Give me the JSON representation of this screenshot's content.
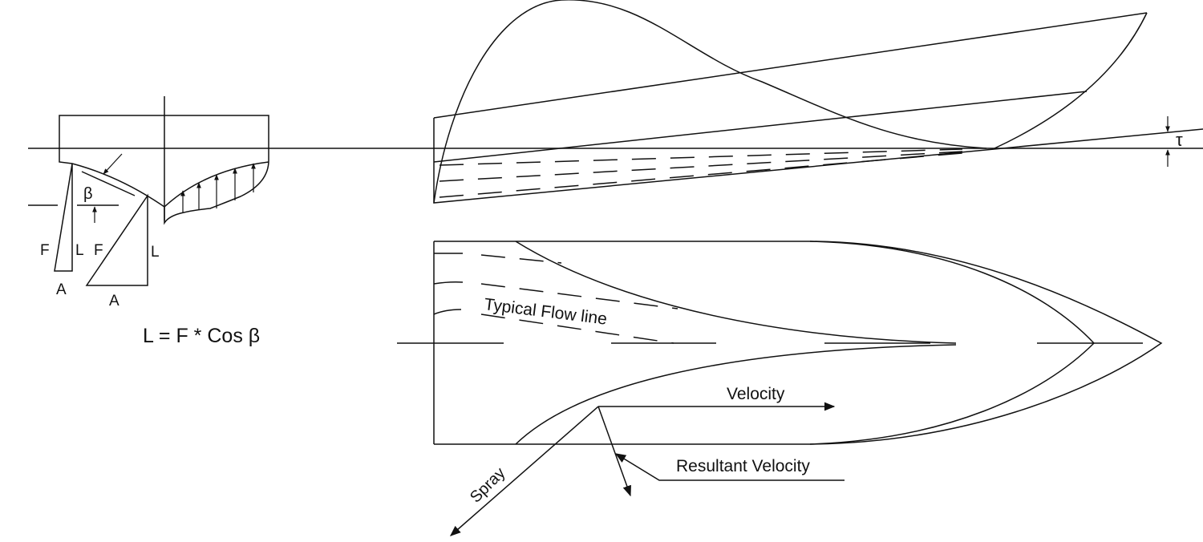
{
  "section_view": {
    "labels": {
      "beta": "β",
      "f_small": "F",
      "l_small": "L",
      "a_small": "A",
      "f_large": "F",
      "l_large": "L",
      "a_large": "A"
    },
    "formula": "L = F * Cos β"
  },
  "profile_view": {
    "trim_angle": "τ"
  },
  "plan_view": {
    "flow_label": "Typical Flow line",
    "velocity_label": "Velocity",
    "resultant_label": "Resultant Velocity",
    "spray_label": "Spray"
  }
}
